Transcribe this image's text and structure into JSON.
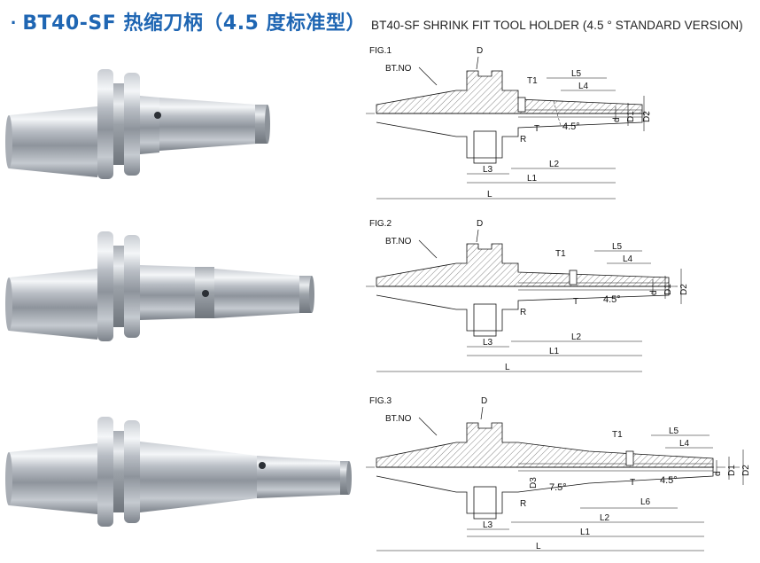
{
  "header": {
    "bullet": "·",
    "title_cn": "BT40-SF 热缩刀柄（4.5 度标准型）",
    "title_en": "BT40-SF SHRINK FIT TOOL HOLDER (4.5 ° STANDARD VERSION)"
  },
  "figures": [
    {
      "fig_label": "FIG.1",
      "bt_label": "BT.NO",
      "d_label": "D",
      "t1_label": "T1",
      "t_label": "T",
      "r_label": "R",
      "angle_label": "4.5°",
      "dims": {
        "L5": "L5",
        "L4": "L4",
        "d": "d",
        "D1": "D1",
        "D2": "D2",
        "L3": "L3",
        "L2": "L2",
        "L1": "L1",
        "L": "L"
      }
    },
    {
      "fig_label": "FIG.2",
      "bt_label": "BT.NO",
      "d_label": "D",
      "t1_label": "T1",
      "t_label": "T",
      "r_label": "R",
      "angle_label": "4.5°",
      "dims": {
        "L5": "L5",
        "L4": "L4",
        "d": "d",
        "D1": "D1",
        "D2": "D2",
        "L3": "L3",
        "L2": "L2",
        "L1": "L1",
        "L": "L"
      }
    },
    {
      "fig_label": "FIG.3",
      "bt_label": "BT.NO",
      "d_label": "D",
      "t1_label": "T1",
      "t_label": "T",
      "r_label": "R",
      "angle_label": "4.5°",
      "angle2_label": "7.5°",
      "d3_label": "D3",
      "l6_label": "L6",
      "dims": {
        "L5": "L5",
        "L4": "L4",
        "d": "d",
        "D1": "D1",
        "D2": "D2",
        "L3": "L3",
        "L2": "L2",
        "L1": "L1",
        "L": "L"
      }
    }
  ]
}
